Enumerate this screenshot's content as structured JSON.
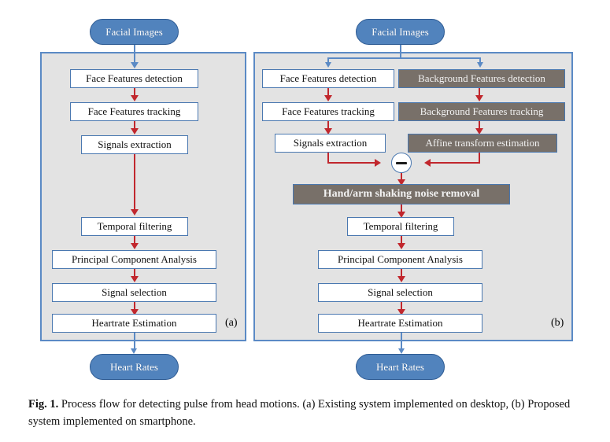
{
  "figure": {
    "panel_a": {
      "letter": "(a)",
      "input_pill": "Facial Images",
      "output_pill": "Heart Rates",
      "steps": [
        "Face Features detection",
        "Face Features tracking",
        "Signals extraction",
        "Temporal filtering",
        "Principal Component  Analysis",
        "Signal selection",
        "Heartrate Estimation"
      ]
    },
    "panel_b": {
      "letter": "(b)",
      "input_pill": "Facial Images",
      "output_pill": "Heart Rates",
      "face_branch": [
        "Face Features detection",
        "Face Features tracking",
        "Signals extraction"
      ],
      "background_branch": [
        "Background Features detection",
        "Background Features tracking",
        "Affine transform estimation"
      ],
      "subtract_symbol": "minus",
      "merged_steps": [
        "Hand/arm shaking noise removal",
        "Temporal filtering",
        "Principal Component  Analysis",
        "Signal selection",
        "Heartrate Estimation"
      ]
    },
    "colors": {
      "pill_fill": "#5183bd",
      "pill_border": "#2d5a92",
      "panel_fill": "#e3e3e3",
      "panel_border": "#5b8ac5",
      "box_border": "#4a78b0",
      "box_fill": "#ffffff",
      "gray_box_fill": "#787069",
      "red_arrow": "#c1272d",
      "blue_arrow": "#5b8ac5"
    }
  },
  "caption": {
    "label": "Fig. 1.",
    "text": " Process flow for detecting pulse from head motions. (a) Existing system implemented on desktop, (b) Proposed system implemented on smartphone."
  }
}
